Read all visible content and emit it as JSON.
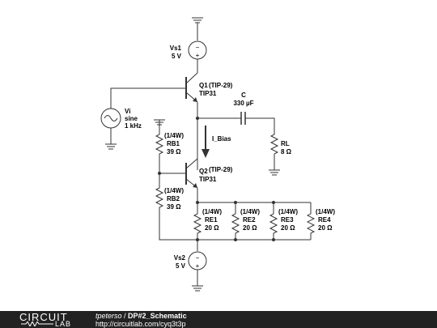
{
  "schematic": {
    "vs1": {
      "name": "Vs1",
      "value": "5 V"
    },
    "vs2": {
      "name": "Vs2",
      "value": "5 V"
    },
    "vi": {
      "name": "Vi",
      "wave": "sine",
      "freq": "1 kHz"
    },
    "q1": {
      "name": "Q1",
      "model": "(TIP-29)",
      "part": "TIP31"
    },
    "q2": {
      "name": "Q2",
      "model": "(TIP-29)",
      "part": "TIP31"
    },
    "cap": {
      "name": "C",
      "value": "330 µF"
    },
    "rl": {
      "name": "RL",
      "value": "8 Ω"
    },
    "rb1": {
      "rating": "(1/4W)",
      "name": "RB1",
      "value": "39 Ω"
    },
    "rb2": {
      "rating": "(1/4W)",
      "name": "RB2",
      "value": "39 Ω"
    },
    "re1": {
      "rating": "(1/4W)",
      "name": "RE1",
      "value": "20 Ω"
    },
    "re2": {
      "rating": "(1/4W)",
      "name": "RE2",
      "value": "20 Ω"
    },
    "re3": {
      "rating": "(1/4W)",
      "name": "RE3",
      "value": "20 Ω"
    },
    "re4": {
      "rating": "(1/4W)",
      "name": "RE4",
      "value": "20 Ω"
    },
    "ibias": "I_Bias",
    "plus": "+",
    "minus": "−"
  },
  "footer": {
    "logo_top": "CIRCUIT",
    "logo_bottom": "LAB",
    "author": "tpeterso",
    "separator": " / ",
    "title": "DP#2_Schematic",
    "url": "http://circuitlab.com/cyq3t3p"
  }
}
